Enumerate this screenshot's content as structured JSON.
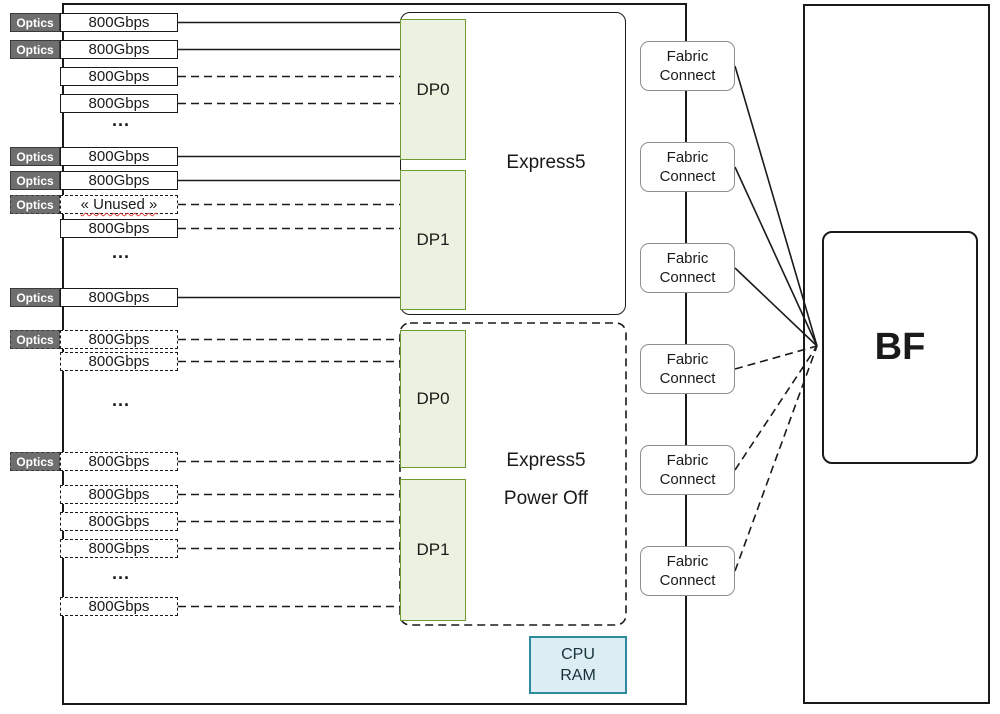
{
  "labels": {
    "optics": "Optics",
    "ellipsis": "...",
    "fabric_connect": "Fabric Connect",
    "bf": "BF",
    "cpu": "CPU",
    "ram": "RAM"
  },
  "express_top": {
    "title": "Express5",
    "dp0": "DP0",
    "dp1": "DP1",
    "state": "on"
  },
  "express_bottom": {
    "title": "Express5",
    "subtitle": "Power Off",
    "dp0": "DP0",
    "dp1": "DP1",
    "state": "off"
  },
  "ports": [
    {
      "label": "800Gbps",
      "optics": true,
      "dashed": false
    },
    {
      "label": "800Gbps",
      "optics": true,
      "dashed": false
    },
    {
      "label": "800Gbps",
      "optics": false,
      "dashed": false
    },
    {
      "label": "800Gbps",
      "optics": false,
      "dashed": false
    },
    {
      "label": "800Gbps",
      "optics": true,
      "dashed": false
    },
    {
      "label": "800Gbps",
      "optics": true,
      "dashed": false
    },
    {
      "label": "« Unused »",
      "optics": true,
      "dashed": true
    },
    {
      "label": "800Gbps",
      "optics": false,
      "dashed": false
    },
    {
      "label": "800Gbps",
      "optics": true,
      "dashed": false
    },
    {
      "label": "800Gbps",
      "optics": true,
      "dashed": true
    },
    {
      "label": "800Gbps",
      "optics": false,
      "dashed": true
    },
    {
      "label": "800Gbps",
      "optics": true,
      "dashed": true
    },
    {
      "label": "800Gbps",
      "optics": false,
      "dashed": true
    },
    {
      "label": "800Gbps",
      "optics": false,
      "dashed": true
    },
    {
      "label": "800Gbps",
      "optics": false,
      "dashed": true
    },
    {
      "label": "800Gbps",
      "optics": false,
      "dashed": true
    }
  ],
  "fabric_connects": [
    {
      "label": "Fabric Connect",
      "link": "solid"
    },
    {
      "label": "Fabric Connect",
      "link": "solid"
    },
    {
      "label": "Fabric Connect",
      "link": "solid"
    },
    {
      "label": "Fabric Connect",
      "link": "dashed"
    },
    {
      "label": "Fabric Connect",
      "link": "dashed"
    },
    {
      "label": "Fabric Connect",
      "link": "dashed"
    }
  ],
  "colors": {
    "line": "#1a1a1a",
    "dp_fill": "#edf2e0",
    "dp_border": "#6f9b33",
    "optics_fill": "#6e6e6e",
    "fabric_border": "#8f8f8f",
    "cpu_fill": "#dcedf3",
    "cpu_border": "#2e8b9f",
    "unused_squiggle": "#e03c31"
  }
}
